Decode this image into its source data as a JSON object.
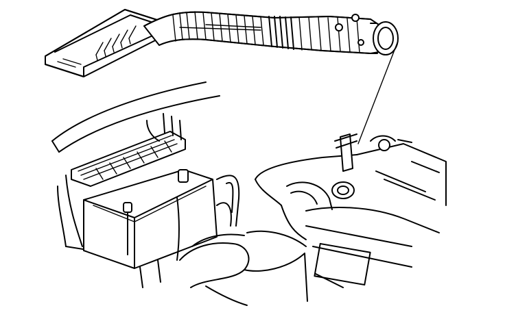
{
  "diagram": {
    "kind": "line-art illustration",
    "stroke_color": "#000000",
    "background_color": "#ffffff",
    "parts": [
      {
        "id": "air-cleaner-housing",
        "icon": "air-cleaner-icon"
      },
      {
        "id": "air-intake-duct",
        "icon": "corrugated-hose-icon"
      },
      {
        "id": "throttle-body-connector",
        "icon": "ring-connector-icon"
      },
      {
        "id": "leader-line",
        "icon": "leader-line-icon"
      },
      {
        "id": "battery",
        "icon": "battery-icon"
      },
      {
        "id": "battery-hold-down",
        "icon": "grille-icon"
      },
      {
        "id": "engine-intake",
        "icon": "engine-icon"
      }
    ]
  }
}
